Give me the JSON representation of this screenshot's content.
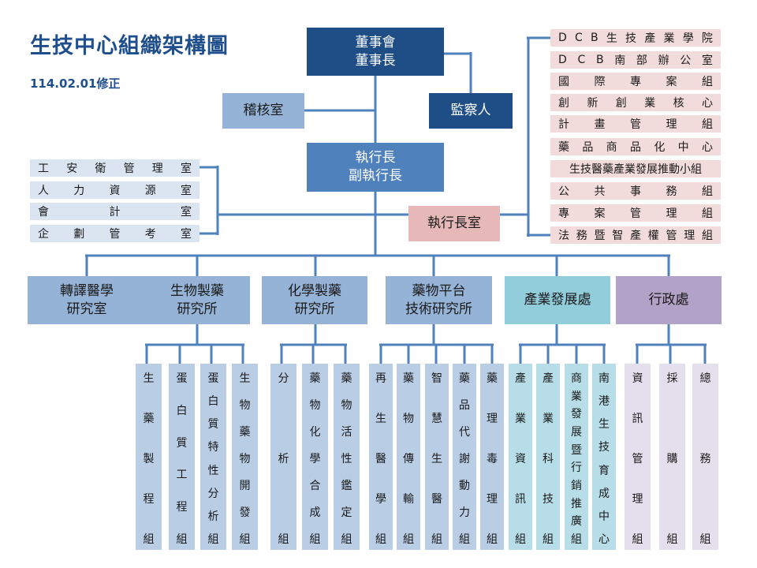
{
  "title": "生技中心組織架構圖",
  "revision": "114.02.01修正",
  "colors": {
    "line": "#4f81bd",
    "dark": "#1f4e86",
    "mid": "#4f81bd",
    "light": "#95b3d7",
    "pink": "#e6b9b8",
    "teal": "#92cddc",
    "purple": "#b3a2c7"
  },
  "board": {
    "line1": "董事會",
    "line2": "董事長"
  },
  "audit_office": "稽核室",
  "supervisor": "監察人",
  "ceo": {
    "line1": "執行長",
    "line2": "副執行長"
  },
  "ceo_office": "執行長室",
  "left_units": [
    {
      "chars": [
        "工",
        "安",
        "衛",
        "管",
        "理",
        "室"
      ]
    },
    {
      "chars": [
        "人",
        "力",
        "資",
        "源",
        "室"
      ]
    },
    {
      "chars": [
        "會",
        "計",
        "室"
      ]
    },
    {
      "chars": [
        "企",
        "劃",
        "管",
        "考",
        "室"
      ]
    }
  ],
  "right_units": [
    {
      "chars": [
        "D",
        "C",
        "B",
        "生",
        "技",
        "產",
        "業",
        "學",
        "院"
      ]
    },
    {
      "chars": [
        "D",
        "C",
        "B",
        "南",
        "部",
        "辦",
        "公",
        "室"
      ]
    },
    {
      "chars": [
        "國",
        "際",
        "專",
        "案",
        "組"
      ]
    },
    {
      "chars": [
        "創",
        "新",
        "創",
        "業",
        "核",
        "心"
      ]
    },
    {
      "chars": [
        "計",
        "畫",
        "管",
        "理",
        "組"
      ]
    },
    {
      "chars": [
        "藥",
        "品",
        "商",
        "品",
        "化",
        "中",
        "心"
      ]
    },
    {
      "chars": [
        "生技醫藥產業發展推動小組"
      ]
    },
    {
      "chars": [
        "公",
        "共",
        "事",
        "務",
        "組"
      ]
    },
    {
      "chars": [
        "專",
        "案",
        "管",
        "理",
        "組"
      ]
    },
    {
      "chars": [
        "法",
        "務",
        "暨",
        "智",
        "產",
        "權",
        "管",
        "理",
        "組"
      ]
    }
  ],
  "divisions": [
    {
      "line1": "轉譯醫學",
      "line2": "研究室"
    },
    {
      "line1": "生物製藥",
      "line2": "研究所"
    },
    {
      "line1": "化學製藥",
      "line2": "研究所"
    },
    {
      "line1": "藥物平台",
      "line2": "技術研究所"
    },
    {
      "line1": "產業發展處",
      "line2": ""
    },
    {
      "line1": "行政處",
      "line2": ""
    }
  ],
  "groups": {
    "bio": [
      {
        "chars": [
          "生",
          "藥",
          "製",
          "程",
          "組"
        ]
      },
      {
        "chars": [
          "蛋",
          "白",
          "質",
          "工",
          "程",
          "組"
        ]
      },
      {
        "chars": [
          "蛋",
          "白",
          "質",
          "特",
          "性",
          "分",
          "析",
          "組"
        ]
      },
      {
        "chars": [
          "生",
          "物",
          "藥",
          "物",
          "開",
          "發",
          "組"
        ]
      }
    ],
    "chem": [
      {
        "chars": [
          "分",
          "析",
          "組"
        ]
      },
      {
        "chars": [
          "藥",
          "物",
          "化",
          "學",
          "合",
          "成",
          "組"
        ]
      },
      {
        "chars": [
          "藥",
          "物",
          "活",
          "性",
          "鑑",
          "定",
          "組"
        ]
      }
    ],
    "platform": [
      {
        "chars": [
          "再",
          "生",
          "醫",
          "學",
          "組"
        ]
      },
      {
        "chars": [
          "藥",
          "物",
          "傳",
          "輸",
          "組"
        ]
      },
      {
        "chars": [
          "智",
          "慧",
          "生",
          "醫",
          "組"
        ]
      },
      {
        "chars": [
          "藥",
          "品",
          "代",
          "謝",
          "動",
          "力",
          "組"
        ]
      },
      {
        "chars": [
          "藥",
          "理",
          "毒",
          "理",
          "組"
        ]
      }
    ],
    "industry": [
      {
        "chars": [
          "產",
          "業",
          "資",
          "訊",
          "組"
        ]
      },
      {
        "chars": [
          "產",
          "業",
          "科",
          "技",
          "組"
        ]
      },
      {
        "chars": [
          "商",
          "業",
          "發",
          "展",
          "暨",
          "行",
          "銷",
          "推",
          "廣",
          "組"
        ]
      },
      {
        "chars": [
          "南",
          "港",
          "生",
          "技",
          "育",
          "成",
          "中",
          "心"
        ]
      }
    ],
    "admin": [
      {
        "chars": [
          "資",
          "訊",
          "管",
          "理",
          "組"
        ]
      },
      {
        "chars": [
          "採",
          "購",
          "組"
        ]
      },
      {
        "chars": [
          "總",
          "務",
          "組"
        ]
      }
    ]
  }
}
